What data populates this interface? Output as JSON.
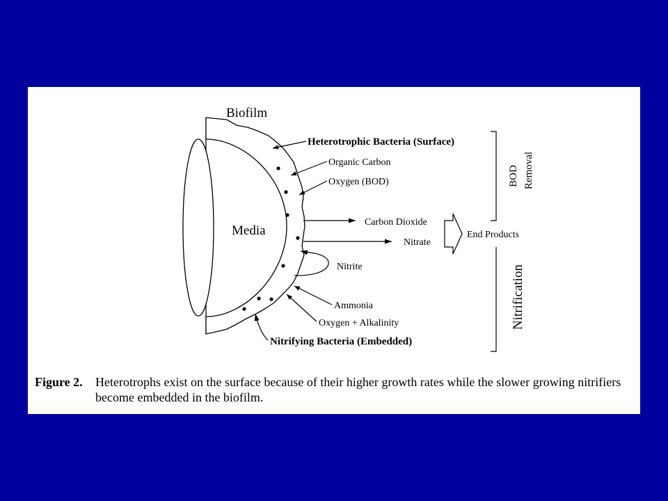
{
  "diagram": {
    "biofilm": "Biofilm",
    "media": "Media",
    "heterotrophic": "Heterotrophic Bacteria (Surface)",
    "organic_carbon": "Organic Carbon",
    "oxygen_bod": "Oxygen (BOD)",
    "carbon_dioxide": "Carbon Dioxide",
    "nitrate": "Nitrate",
    "end_products": "End Products",
    "nitrite": "Nitrite",
    "ammonia": "Ammonia",
    "oxygen_alkalinity": "Oxygen + Alkalinity",
    "nitrifying": "Nitrifying Bacteria (Embedded)",
    "bod": "BOD",
    "removal": "Removal",
    "nitrification": "Nitrification"
  },
  "caption": {
    "label": "Figure 2.",
    "text": "Heterotrophs exist on the surface because of their higher growth rates while the slower growing nitrifiers become embedded in the biofilm."
  }
}
